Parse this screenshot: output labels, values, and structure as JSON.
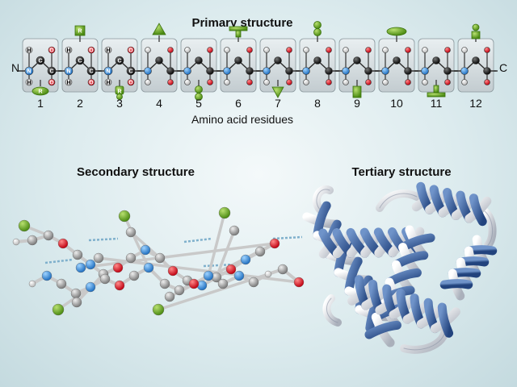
{
  "primary": {
    "title": "Primary structure",
    "n_terminus": "N",
    "c_terminus": "C",
    "caption": "Amino acid residues",
    "residues": [
      {
        "number": "1",
        "side_chain": "oval-r",
        "side_chain_label": "R",
        "atom_labels": {
          "h": "H",
          "n": "N",
          "c": "C",
          "o": "O"
        }
      },
      {
        "number": "2",
        "side_chain": "square-r",
        "side_chain_label": "R",
        "atom_labels": {
          "h": "H",
          "n": "N",
          "c": "C",
          "o": "O"
        }
      },
      {
        "number": "3",
        "side_chain": "drop-r",
        "side_chain_label": "R",
        "atom_labels": {
          "h": "H",
          "n": "N",
          "c": "C",
          "o": "O"
        }
      },
      {
        "number": "4",
        "side_chain": "triangle-up"
      },
      {
        "number": "5",
        "side_chain": "double-circle"
      },
      {
        "number": "6",
        "side_chain": "t-shape"
      },
      {
        "number": "7",
        "side_chain": "triangle-down"
      },
      {
        "number": "8",
        "side_chain": "double-circle"
      },
      {
        "number": "9",
        "side_chain": "rectangle"
      },
      {
        "number": "10",
        "side_chain": "ellipse"
      },
      {
        "number": "11",
        "side_chain": "inverted-t"
      },
      {
        "number": "12",
        "side_chain": "circle-square"
      }
    ]
  },
  "secondary": {
    "title": "Secondary structure"
  },
  "tertiary": {
    "title": "Tertiary structure"
  },
  "colors": {
    "carbon": "#111111",
    "oxygen": "#d4001a",
    "nitrogen": "#2a82d6",
    "hydrogen": "#ffffff",
    "side_chain": "#6fb52c",
    "helix_outer": "#2f5597",
    "helix_inner": "#ffffff"
  }
}
